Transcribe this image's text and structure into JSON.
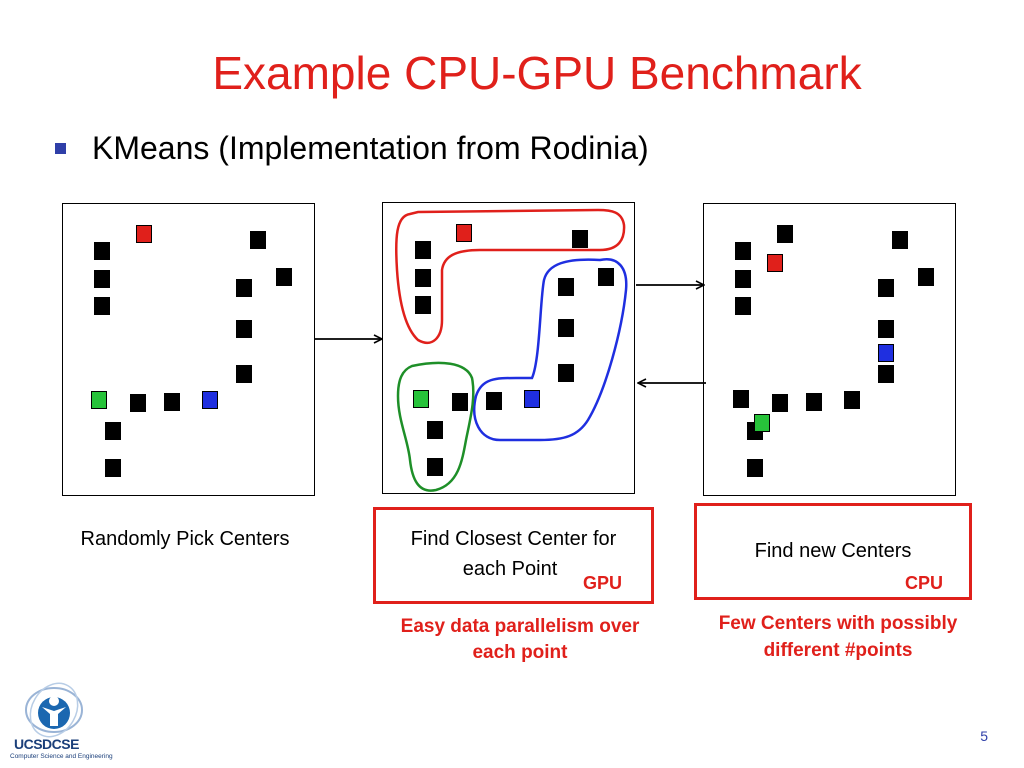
{
  "slide": {
    "title": "Example CPU-GPU Benchmark",
    "bullet": "KMeans (Implementation from Rodinia)",
    "page_number": "5"
  },
  "steps": [
    {
      "caption": "Randomly Pick Centers"
    },
    {
      "caption_line1": "Find Closest Center for",
      "caption_line2": "each Point",
      "processor": "GPU",
      "note_line1": "Easy data parallelism over",
      "note_line2": "each point"
    },
    {
      "caption": "Find new Centers",
      "processor": "CPU",
      "note_line1": "Few Centers with possibly",
      "note_line2": "different #points"
    }
  ],
  "logo": {
    "wordmark_a": "UCSD",
    "wordmark_b": "CSE",
    "subtitle": "Computer Science and Engineering"
  },
  "colors": {
    "accent_red": "#e0201b",
    "center_green": "#27c33a",
    "center_blue": "#1f2fe0",
    "bullet_blue": "#2f3fa8"
  }
}
